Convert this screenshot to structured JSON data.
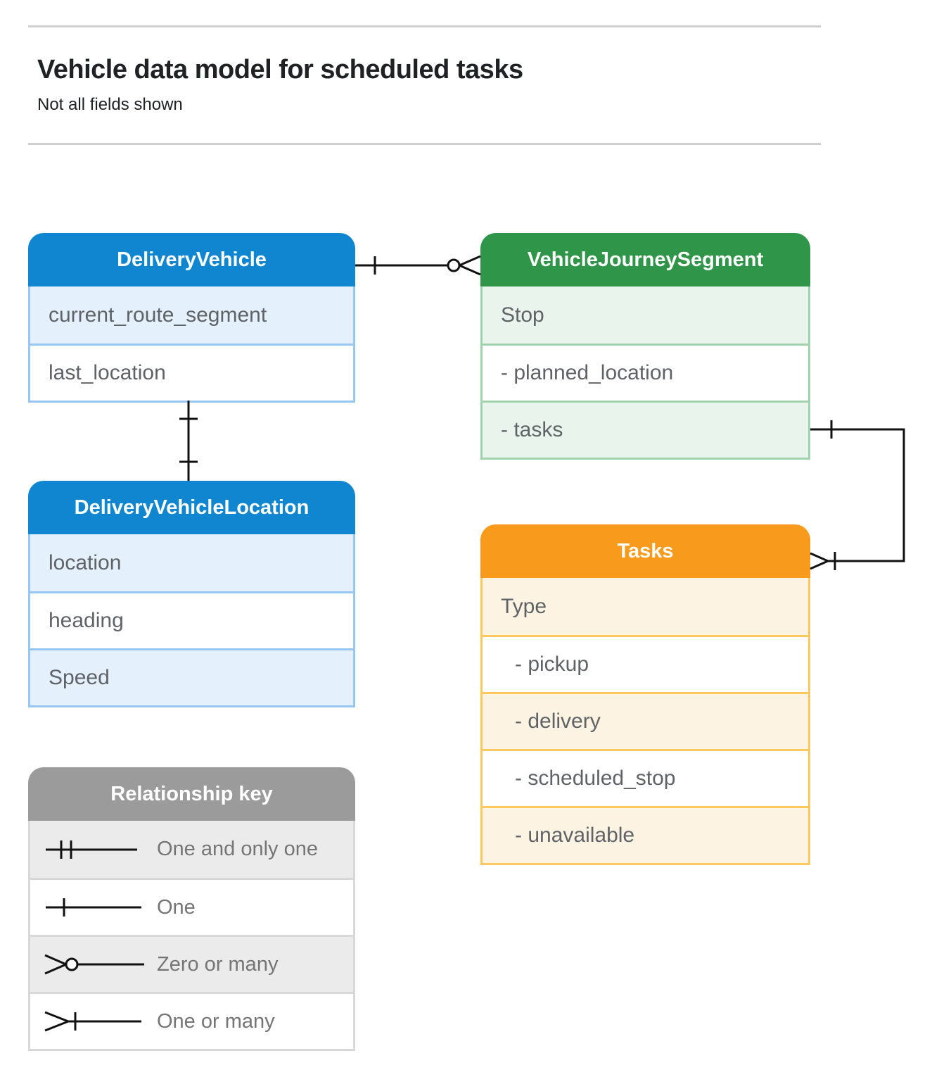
{
  "page": {
    "title": "Vehicle data model for scheduled tasks",
    "subtitle": "Not all fields shown"
  },
  "colors": {
    "blue_header": "#1086D1",
    "blue_row_tint": "#E4F0FB",
    "green_header": "#2F9548",
    "green_row_tint": "#E9F4EC",
    "orange_header": "#F89B1C",
    "orange_row_tint": "#FDF3E2",
    "gray_header": "#9B9B9B",
    "gray_row_tint": "#EBEBEB",
    "row_text": "#5F6368",
    "connector": "#111111"
  },
  "entities": {
    "delivery_vehicle": {
      "title": "DeliveryVehicle",
      "fields": [
        "current_route_segment",
        "last_location"
      ]
    },
    "vehicle_journey_segment": {
      "title": "VehicleJourneySegment",
      "fields": [
        "Stop",
        "- planned_location",
        "- tasks"
      ]
    },
    "delivery_vehicle_location": {
      "title": "DeliveryVehicleLocation",
      "fields": [
        "location",
        "heading",
        "Speed"
      ]
    },
    "tasks": {
      "title": "Tasks",
      "fields": [
        "Type",
        "- pickup",
        "- delivery",
        "- scheduled_stop",
        "- unavailable"
      ]
    }
  },
  "relationships": [
    {
      "from": "DeliveryVehicle",
      "to": "VehicleJourneySegment",
      "from_end": "one",
      "to_end": "zero-or-many"
    },
    {
      "from": "DeliveryVehicle",
      "to": "DeliveryVehicleLocation",
      "from_end": "one",
      "to_end": "one"
    },
    {
      "from": "VehicleJourneySegment",
      "to": "Tasks",
      "from_end": "one",
      "to_end": "one-or-many"
    }
  ],
  "legend": {
    "title": "Relationship key",
    "items": [
      {
        "symbol": "one-and-only-one",
        "label": "One and only one"
      },
      {
        "symbol": "one",
        "label": "One"
      },
      {
        "symbol": "zero-or-many",
        "label": "Zero or many"
      },
      {
        "symbol": "one-or-many",
        "label": "One or many"
      }
    ]
  }
}
